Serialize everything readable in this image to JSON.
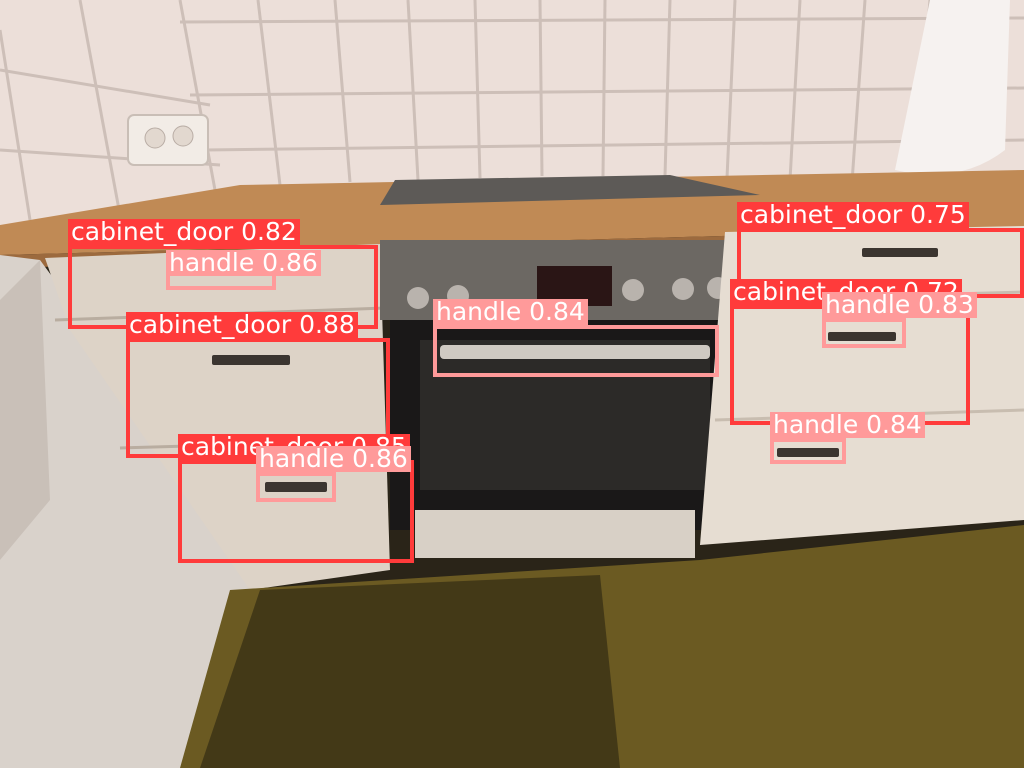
{
  "image": {
    "description_colors": {
      "cabinet_door": "#ff3b3b",
      "handle": "#ff9a9a"
    }
  },
  "detections": [
    {
      "label": "cabinet_door",
      "score": "0.82",
      "text": "cabinet_door 0.82"
    },
    {
      "label": "handle",
      "score": "0.86",
      "text": "handle 0.86"
    },
    {
      "label": "cabinet_door",
      "score": "0.88",
      "text": "cabinet_door 0.88"
    },
    {
      "label": "handle",
      "score": "0.84",
      "text": "handle 0.84"
    },
    {
      "label": "cabinet_door",
      "score": "0.85",
      "text": "cabinet_door 0.85"
    },
    {
      "label": "handle",
      "score": "0.86",
      "text": "handle 0.86"
    },
    {
      "label": "cabinet_door",
      "score": "0.75",
      "text": "cabinet_door 0.75"
    },
    {
      "label": "cabinet_door",
      "score": "0.72",
      "text": "cabinet_door 0.72"
    },
    {
      "label": "handle",
      "score": "0.83",
      "text": "handle 0.83"
    },
    {
      "label": "handle",
      "score": "0.84",
      "text": "handle 0.84"
    }
  ]
}
